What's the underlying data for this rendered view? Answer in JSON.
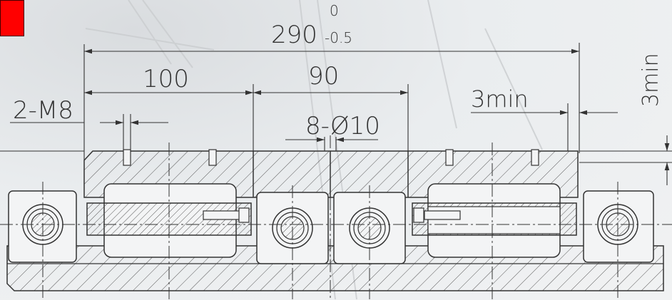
{
  "drawing": {
    "overall_dimension": "290",
    "overall_tol_upper": "0",
    "overall_tol_lower": "-0.5",
    "dim_left_span": "100",
    "dim_mid_span": "90",
    "thread_callout": "2-M8",
    "hole_callout": "8-Ø10",
    "right_gap_h": "3min",
    "right_gap_v": "3min"
  },
  "colors": {
    "marker": "#ff0000",
    "lines": "#333333",
    "hatch": "#4a4a4a"
  }
}
